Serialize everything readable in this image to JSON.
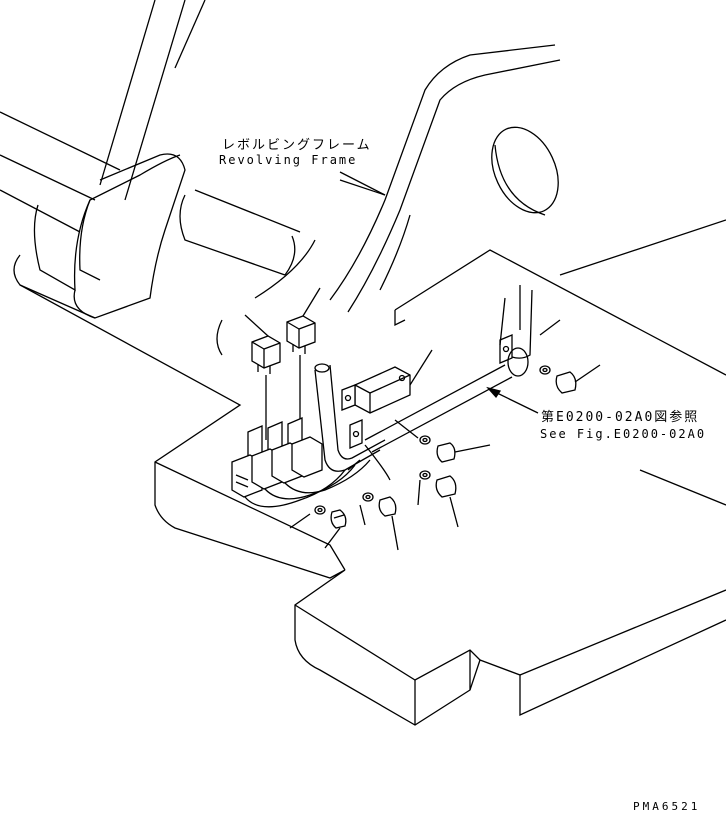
{
  "labels": {
    "revolving_frame_jp": "レボルビングフレーム",
    "revolving_frame_en": "Revolving Frame",
    "reference_jp": "第E0200-02A0図参照",
    "reference_en": "See Fig.E0200-02A0",
    "drawing_code": "PMA6521"
  },
  "style": {
    "line_color": "#000000",
    "background": "#ffffff"
  }
}
